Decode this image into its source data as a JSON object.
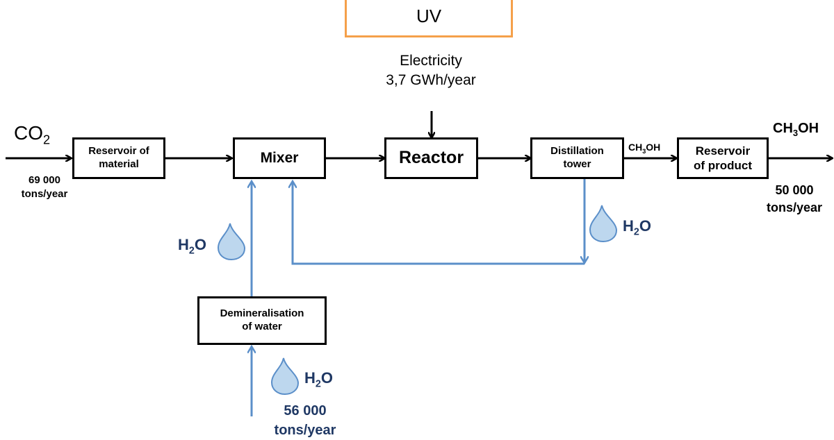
{
  "top": {
    "uv_label": "UV",
    "electricity_label": "Electricity",
    "electricity_value": "3,7 GWh/year"
  },
  "input": {
    "co2_main": "CO",
    "co2_sub": "2",
    "amount": "69 000",
    "unit": "tons/year"
  },
  "boxes": {
    "reservoir_material_l1": "Reservoir of",
    "reservoir_material_l2": "material",
    "mixer": "Mixer",
    "reactor": "Reactor",
    "distillation_l1": "Distillation",
    "distillation_l2": "tower",
    "reservoir_product_l1": "Reservoir",
    "reservoir_product_l2": "of  product",
    "demineralisation_l1": "Demineralisation",
    "demineralisation_l2": "of water"
  },
  "streams": {
    "methanol_a": "CH",
    "methanol_sub": "3",
    "methanol_b": "OH"
  },
  "output": {
    "amount": "50 000",
    "unit": "tons/year"
  },
  "water": {
    "h": "H",
    "sub": "2",
    "o": "O",
    "feed_amount": "56 000",
    "feed_unit": "tons/year"
  },
  "colors": {
    "water_line": "#5b8fc9",
    "water_text": "#1f3864",
    "uv_border": "#f5a04a",
    "drop_fill": "#bdd7ee"
  }
}
